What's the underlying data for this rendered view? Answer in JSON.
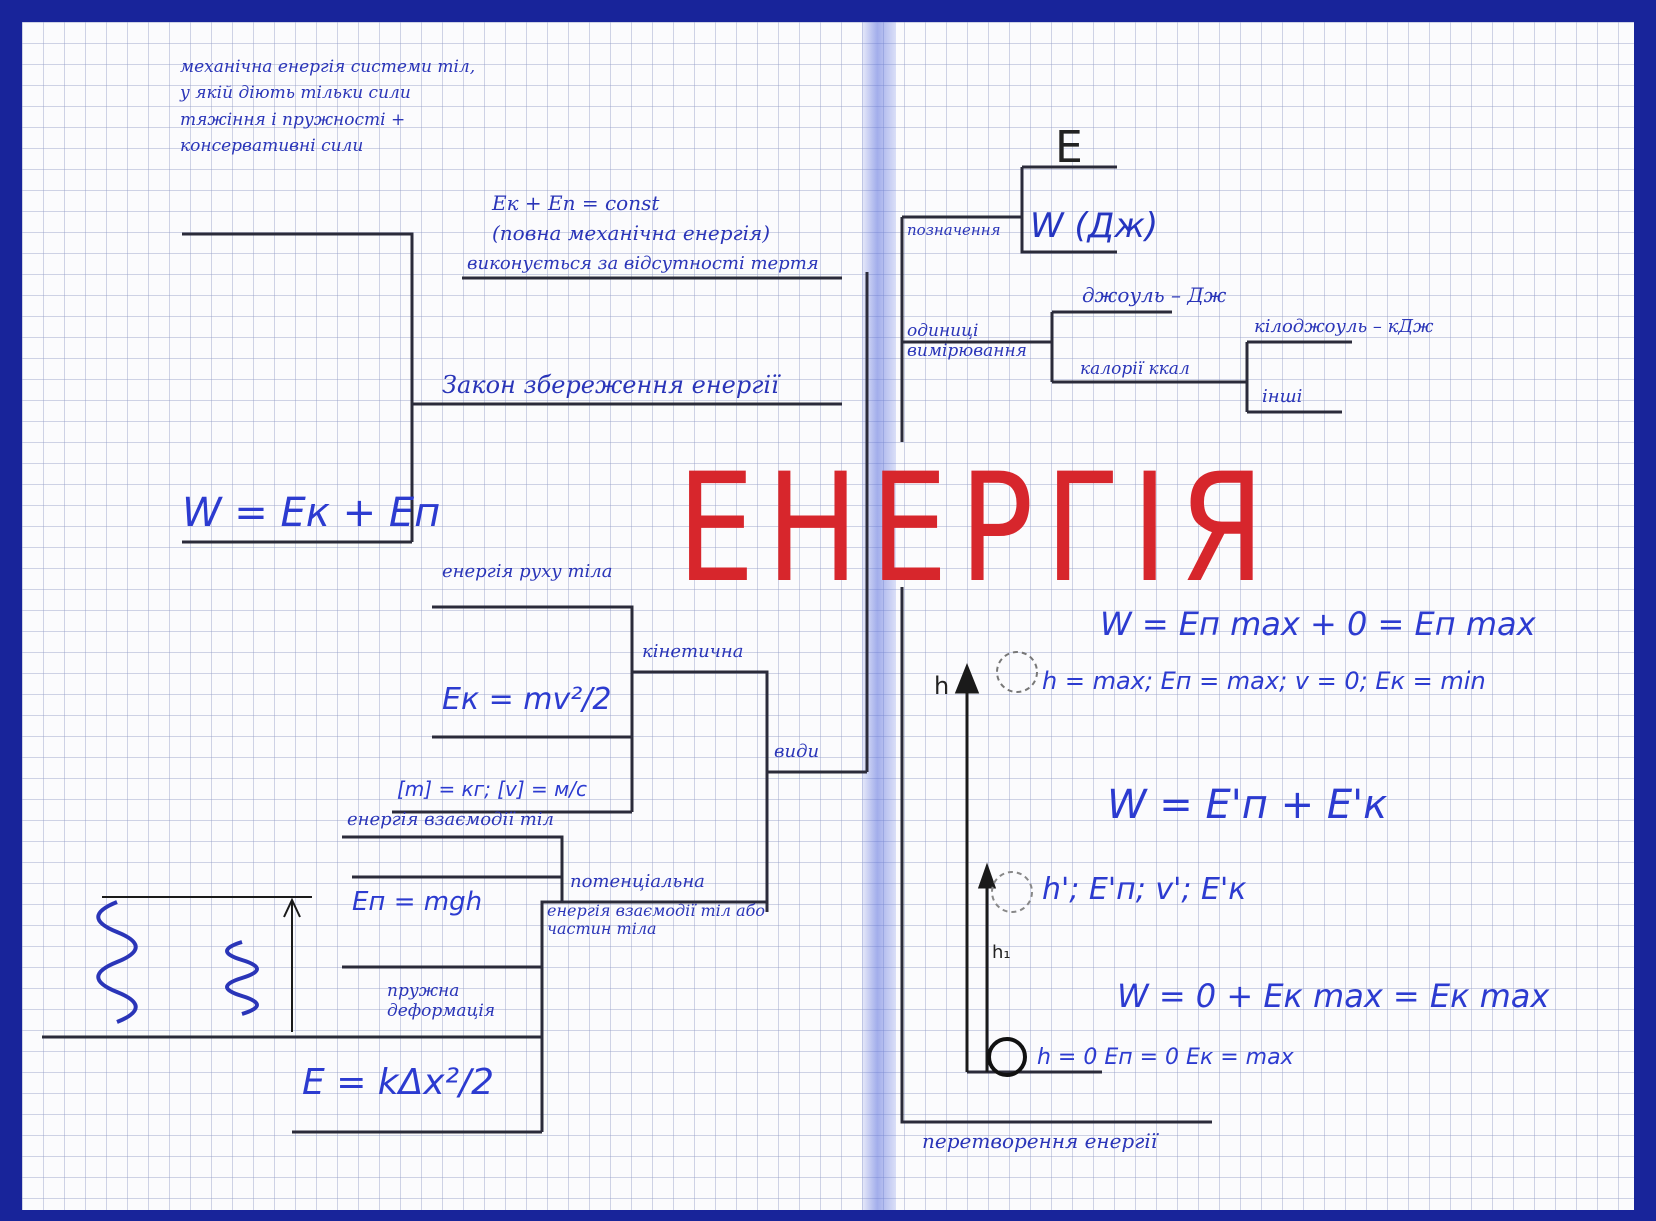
{
  "title": "ЕНЕРГІЯ",
  "colors": {
    "title": "#d7262c",
    "ink_blue": "#2a35b8",
    "ink_black": "#222222",
    "frame": "#18249a"
  },
  "left_page": {
    "definition_text": "механічна енергія системи тіл, у якій діють тільки сили тяжіння і пружності + консервативні сили",
    "total_energy_formula": "W = Eк + Eп",
    "conservation_note": "Закон збереження енергії",
    "note_lines": [
      "Ек + Еп = const",
      "(повна механічна енергія)",
      "виконується за відсутності тертя"
    ],
    "kinetic_definition": "енергія руху тіла",
    "kinetic_label": "кінетична",
    "kinetic_formula": "Eк = mv²/2",
    "kinetic_units": "[m] = кг; [v] = м/с",
    "potential_definition": "енергія взаємодії тіл",
    "potential_gravity_formula": "Eп = mgh",
    "potential_label": "потенціальна",
    "potential_caption": "енергія взаємодії тіл або частин тіла",
    "deformation_label": "пружна деформація",
    "spring_formula": "E = kΔx²/2",
    "types_label": "види"
  },
  "right_page": {
    "tree_symbol": "E",
    "tree_unit": "W (Дж)",
    "designation_label": "позначення",
    "units_label": "одиниці вимірювання",
    "unit_joule": "джоуль – Дж",
    "unit_kcal": "калорії ккал",
    "unit_kj": "кілоджоуль – кДж",
    "unit_other": "інші",
    "top_formula": "W = Eп max + 0 = Eп max",
    "top_state": "h = max; Eп = max; v = 0; Eк = min",
    "mid_formula": "W = E'п + E'к",
    "mid_state": "h'; E'п; v'; E'к",
    "bottom_formula": "W = 0 + Eк max = Eк max",
    "bottom_state": "h = 0 Eп = 0 Eк = max",
    "height_label": "h",
    "height_mid_label": "h₁",
    "transformation_label": "перетворення енергії"
  }
}
